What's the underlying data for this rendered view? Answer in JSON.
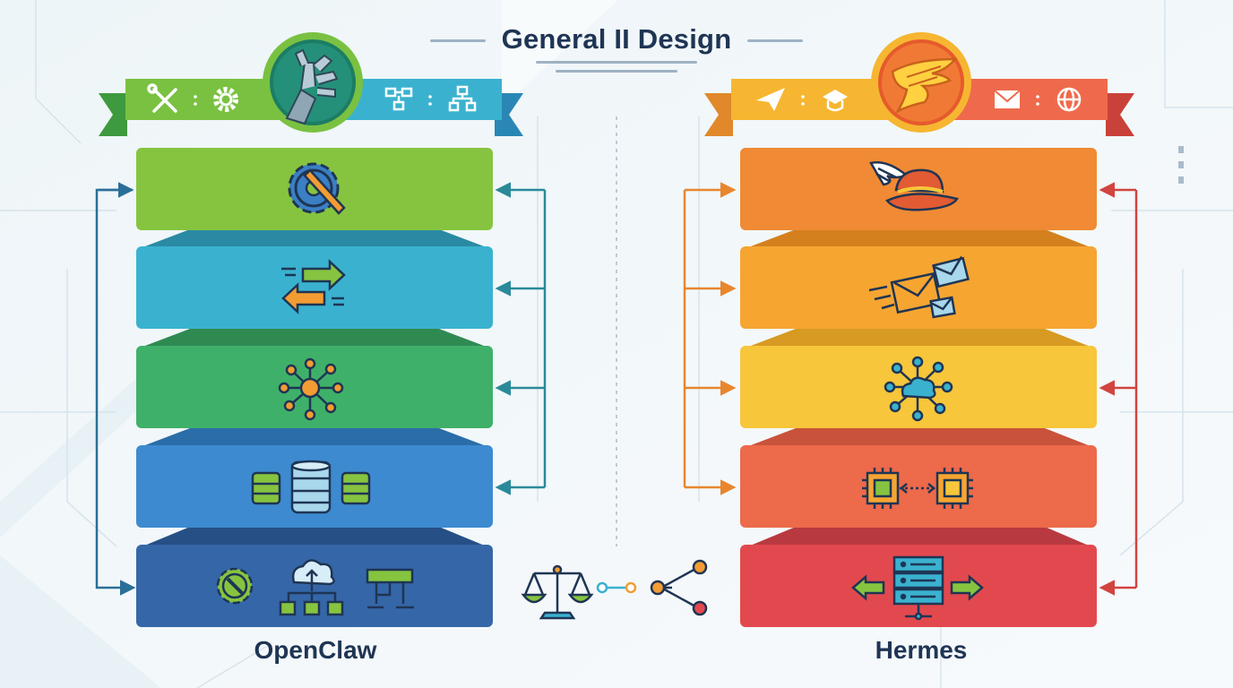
{
  "header": {
    "title": "General II Design"
  },
  "left_stack": {
    "name": "OpenClaw",
    "accent": "#7ac142"
  },
  "right_stack": {
    "name": "Hermes",
    "accent": "#f39c33"
  },
  "colors": {
    "green": "#86c440",
    "teal": "#3ab2cf",
    "emerald": "#3fb06a",
    "blue": "#3d8ad0",
    "navy": "#3567a8",
    "orange": "#f08a34",
    "amber": "#f6a531",
    "yellow": "#f7c63a",
    "coral": "#ed6a4a",
    "red": "#e2494f"
  },
  "icons": {
    "left_banner": [
      "tools-icon",
      "gear-icon",
      "robot-hand-icon",
      "flowchart-icon",
      "hierarchy-icon"
    ],
    "left_layers": [
      "gear-wrench-icon",
      "swap-arrows-icon",
      "network-hub-icon",
      "database-icon",
      "infrastructure-icon"
    ],
    "right_banner": [
      "paper-plane-icon",
      "graduation-cap-icon",
      "winged-emblem-icon",
      "mail-icon",
      "globe-icon"
    ],
    "right_layers": [
      "winged-hat-icon",
      "flying-mail-icon",
      "cloud-network-icon",
      "chip-link-icon",
      "server-exchange-icon"
    ],
    "bridge": [
      "balance-scale-icon",
      "branch-connector-icon"
    ]
  }
}
